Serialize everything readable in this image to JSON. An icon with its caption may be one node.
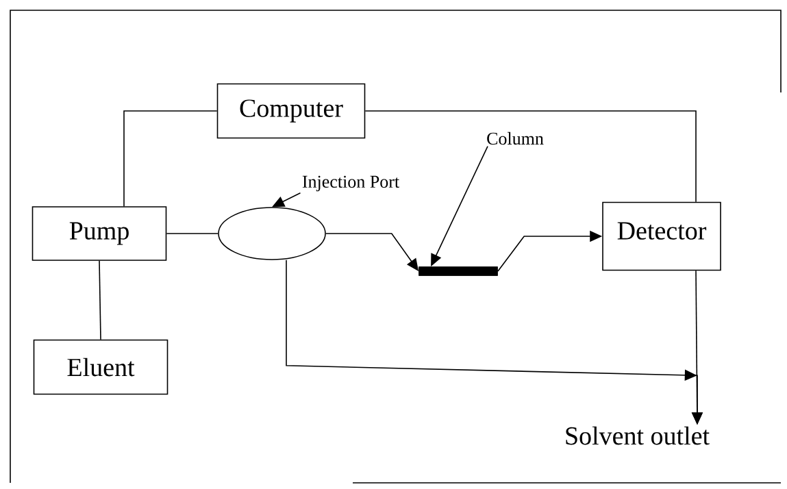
{
  "diagram": {
    "nodes": [
      {
        "text": [
          "Computer"
        ]
      },
      {
        "text": [
          "Pump"
        ]
      },
      {
        "text": [
          "Eluent"
        ]
      },
      {
        "text": [],
        "shape": "ellipse"
      },
      {
        "text": [],
        "shape": "bar"
      },
      {
        "text": [
          "Detector"
        ]
      },
      {
        "text": [
          "Injection Port"
        ]
      },
      {
        "text": [
          "Column"
        ]
      },
      {
        "text": [
          "Solvent outlet"
        ]
      }
    ],
    "edges": [
      {
        "from": 0,
        "to": 1,
        "arrow": "none"
      },
      {
        "from": 0,
        "to": 5,
        "arrow": "none"
      },
      {
        "from": 1,
        "to": 2,
        "arrow": "none"
      },
      {
        "from": 1,
        "to": 3,
        "arrow": "none"
      },
      {
        "from": 3,
        "to": 4,
        "arrow": "to"
      },
      {
        "from": 4,
        "to": 5,
        "arrow": "to"
      },
      {
        "from": 5,
        "to": 8,
        "arrow": "to"
      },
      {
        "from": 3,
        "to": 8,
        "arrow": "to"
      },
      {
        "from": 6,
        "to": 3,
        "arrow": "to"
      },
      {
        "from": 7,
        "to": 4,
        "arrow": "to"
      }
    ]
  }
}
